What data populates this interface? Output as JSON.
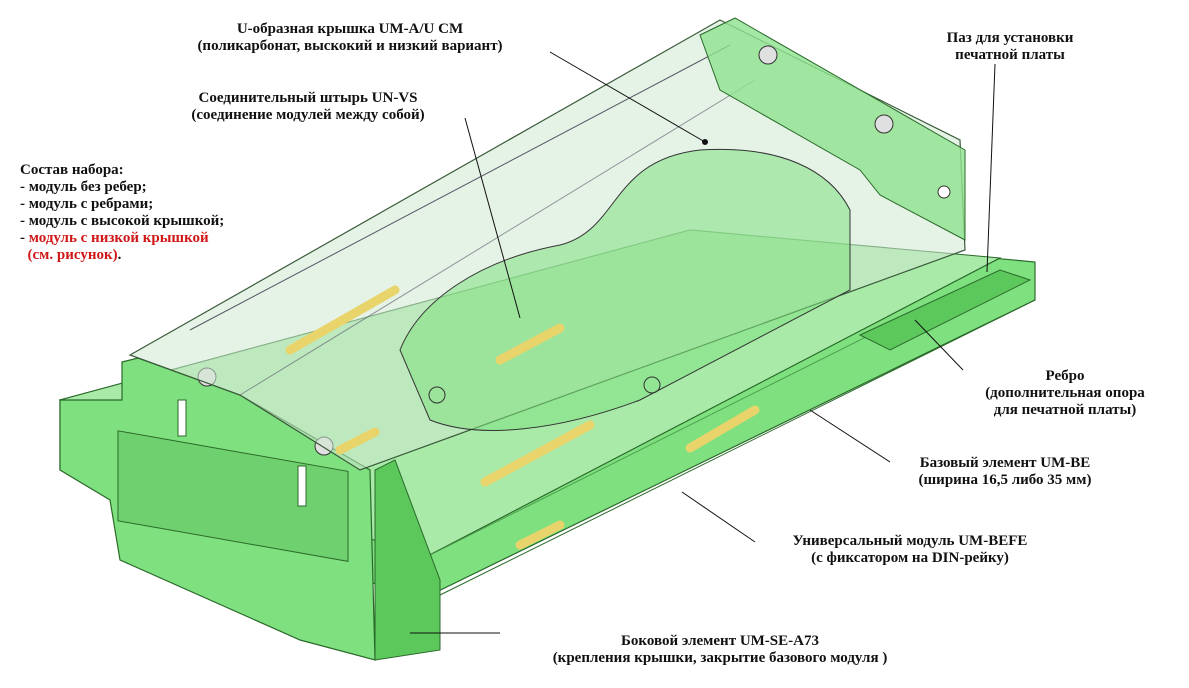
{
  "labels": {
    "cover": [
      "U-образная крышка UM-A/U CM",
      "(поликарбонат, выскокий и низкий вариант)"
    ],
    "pin": [
      "Соединительный штырь UN-VS",
      "(соединение модулей между собой)"
    ],
    "kit_title": "Состав набора:",
    "kit_items": [
      "- модуль без ребер;",
      "- модуль с ребрами;",
      "- модуль с высокой крышкой;"
    ],
    "kit_item_red_prefix": "- ",
    "kit_item_red": "модуль с низкой крышкой",
    "kit_item_red_note": "(см. рисунок)",
    "kit_item_red_end": ".",
    "slot": [
      "Паз для установки",
      "печатной платы"
    ],
    "rib": [
      "Ребро",
      "(дополнительная опора",
      "для печатной платы)"
    ],
    "base": [
      "Базовый элемент UM-BE",
      "(ширина 16,5 либо 35 мм)"
    ],
    "universal": [
      "Универсальный модуль UM-BEFE",
      "(с фиксатором на DIN-рейку)"
    ],
    "side": [
      "Боковой элемент UM-SE-A73",
      "(крепления крышки, закрытие базового модуля )"
    ]
  },
  "colors": {
    "green_fill": "#7fe07f",
    "green_light": "#a9eaa9",
    "green_dark": "#3fa83f",
    "cover_tint": "#cfe8d2",
    "pin_yellow": "#e8d46a",
    "red_text": "#d01818"
  }
}
